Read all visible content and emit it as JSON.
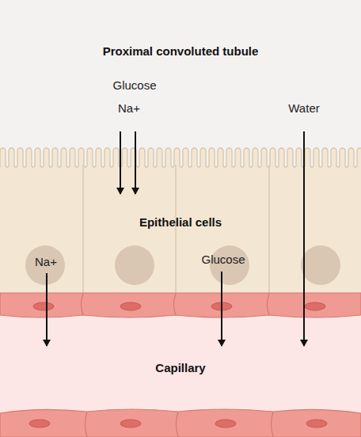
{
  "diagram": {
    "nodes": [
      {
        "text": [
          "Proximal convoluted tubule"
        ]
      },
      {
        "text": [
          "Epithelial cells"
        ]
      },
      {
        "text": [
          "Capillary"
        ]
      }
    ],
    "labels": [
      "Glucose",
      "Na+",
      "Water",
      "Na+",
      "Glucose"
    ]
  }
}
